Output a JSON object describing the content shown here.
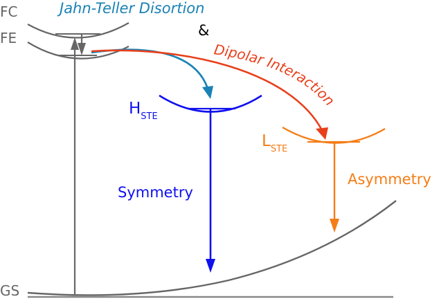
{
  "labels": {
    "fc": "FC",
    "fe": "FE",
    "gs": "GS",
    "jahn_teller": "Jahn-Teller Disortion",
    "ampersand": "&",
    "dipolar": "Dipolar Interaction",
    "h_main": "H",
    "h_sub": "STE",
    "l_main": "L",
    "l_sub": "STE",
    "symmetry": "Symmetry",
    "asymmetry": "Asymmetry"
  },
  "colors": {
    "gray": "#666666",
    "jahn_teller": "#1a82b4",
    "dipolar": "#e8401c",
    "hste": "#1010ee",
    "lste": "#f57d16",
    "ampersand": "#000000"
  }
}
